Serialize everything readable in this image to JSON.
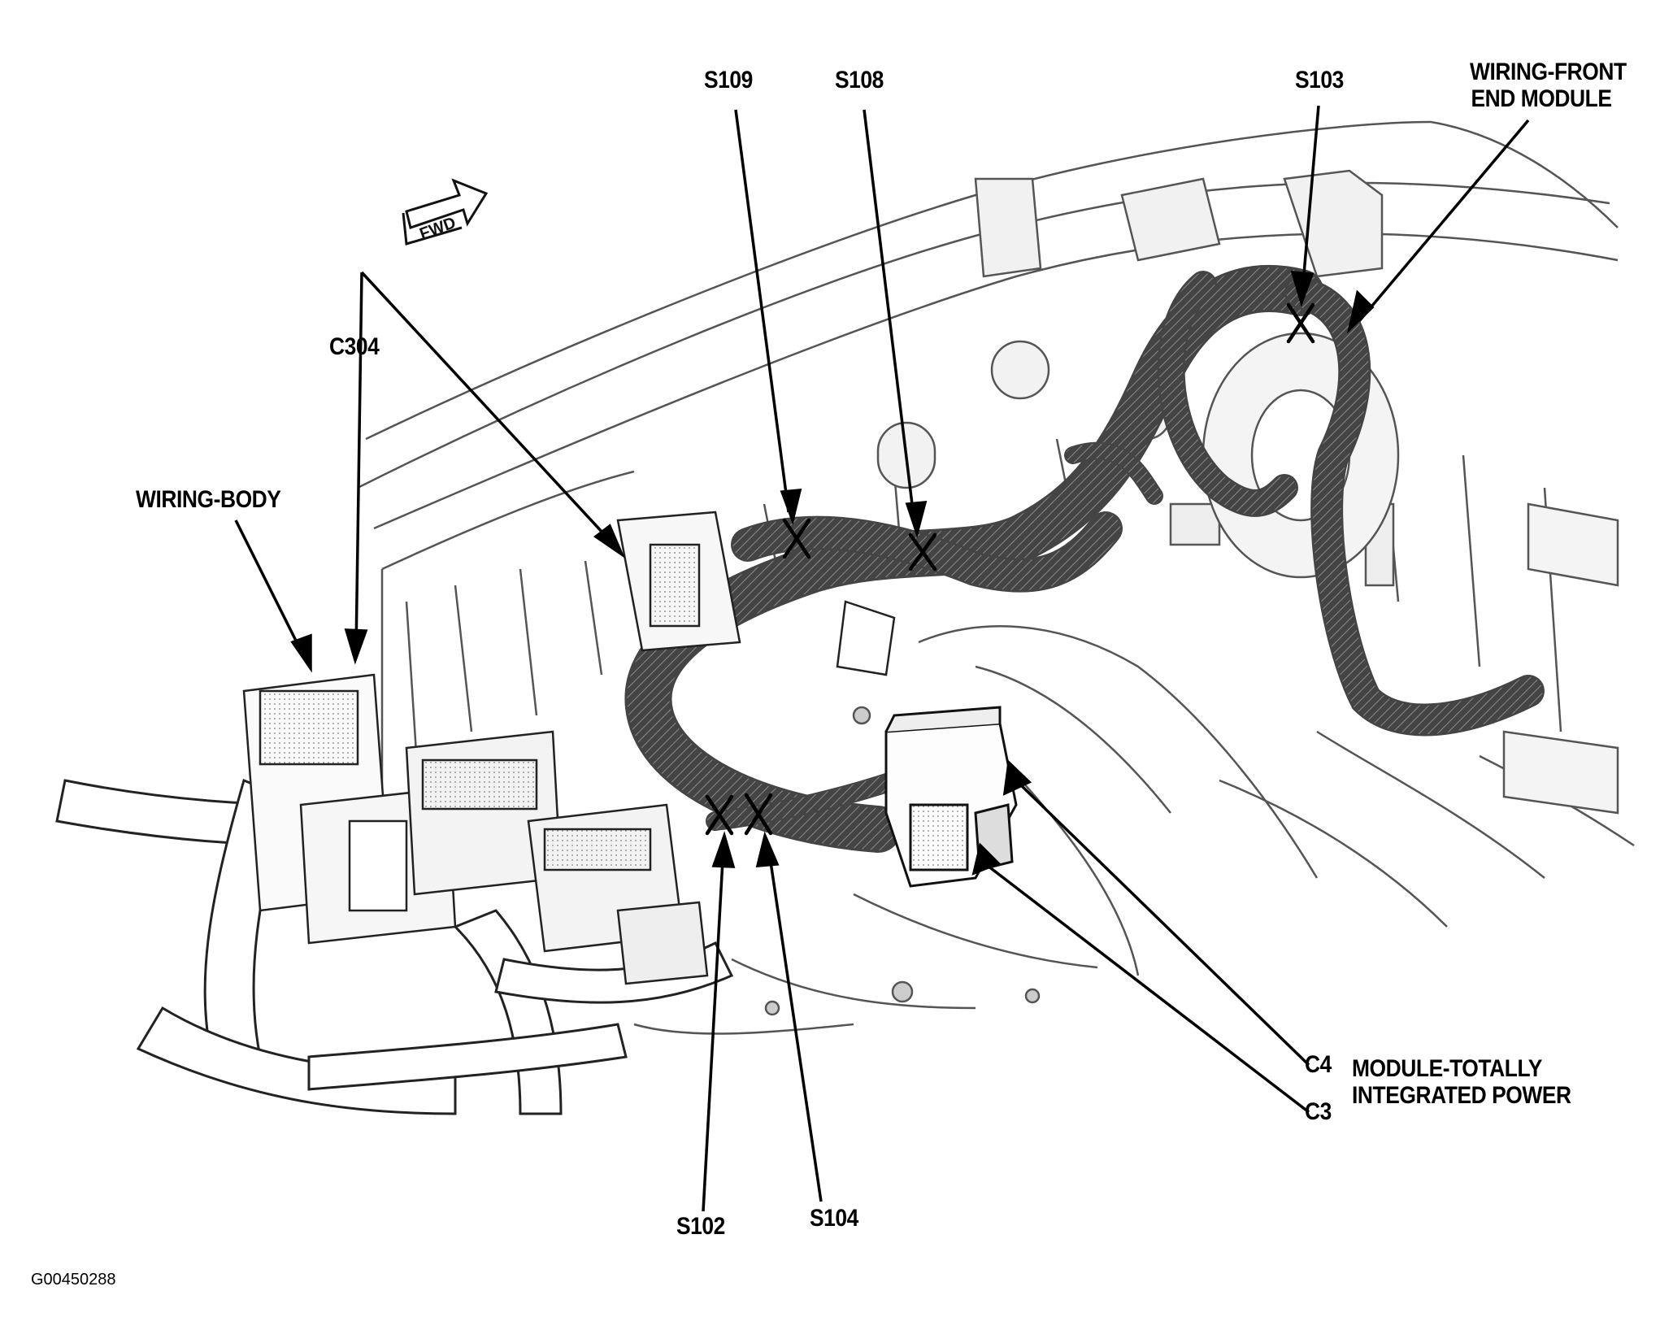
{
  "diagram": {
    "fwd_marker": "FWD",
    "figure_id": "G00450288",
    "labels": {
      "s109": "S109",
      "s108": "S108",
      "s103": "S103",
      "wiring_front_end_line1": "WIRING-FRONT",
      "wiring_front_end_line2": "END MODULE",
      "c304": "C304",
      "wiring_body": "WIRING-BODY",
      "c4": "C4",
      "c3": "C3",
      "module_tip_line1": "MODULE-TOTALLY",
      "module_tip_line2": "INTEGRATED POWER",
      "s102": "S102",
      "s104": "S104"
    }
  }
}
